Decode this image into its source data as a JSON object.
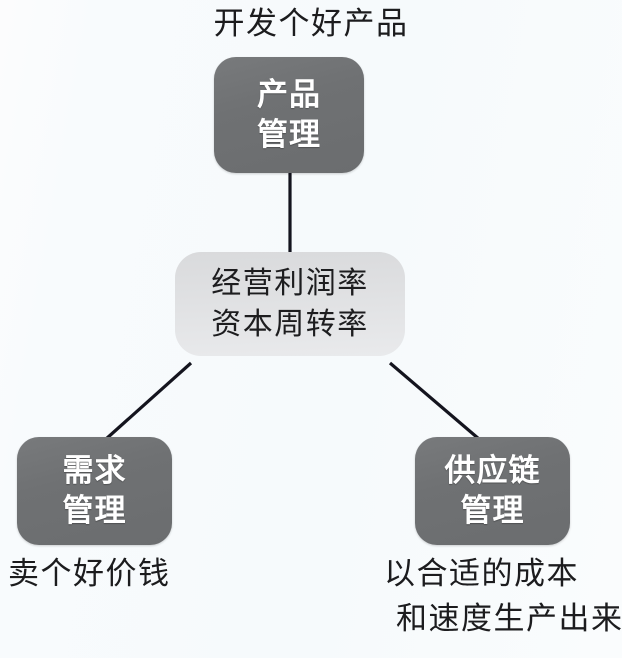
{
  "diagram": {
    "title_caption": "开发个好产品",
    "nodes": {
      "product": {
        "name": "产品管理",
        "line1": "产品",
        "line2": "管理",
        "style": "dark",
        "fill": "#6f7173",
        "text_color": "#ffffff"
      },
      "metrics": {
        "name": "经营利润率 资本周转率",
        "line1": "经营利润率",
        "line2": "资本周转率",
        "style": "light",
        "fill": "#dcdddf",
        "text_color": "#1d1d1f"
      },
      "demand": {
        "name": "需求管理",
        "line1": "需求",
        "line2": "管理",
        "style": "dark",
        "fill": "#6f7173",
        "text_color": "#ffffff"
      },
      "supply": {
        "name": "供应链管理",
        "line1": "供应链",
        "line2": "管理",
        "style": "dark",
        "fill": "#6f7173",
        "text_color": "#ffffff"
      }
    },
    "captions": {
      "product": "开发个好产品",
      "demand": "卖个好价钱",
      "supply_line1": "以合适的成本",
      "supply_line2": "和速度生产出来"
    },
    "connectors": [
      {
        "name": "product-to-metrics",
        "from": "product",
        "to": "metrics",
        "kind": "vertical"
      },
      {
        "name": "metrics-to-demand",
        "from": "metrics",
        "to": "demand",
        "kind": "diagonal-left"
      },
      {
        "name": "metrics-to-supply",
        "from": "metrics",
        "to": "supply",
        "kind": "diagonal-right"
      }
    ],
    "colors": {
      "background": "#fbfdfe",
      "line": "#14141e",
      "dark_node": "#6f7173",
      "light_node": "#dcdddf"
    }
  }
}
